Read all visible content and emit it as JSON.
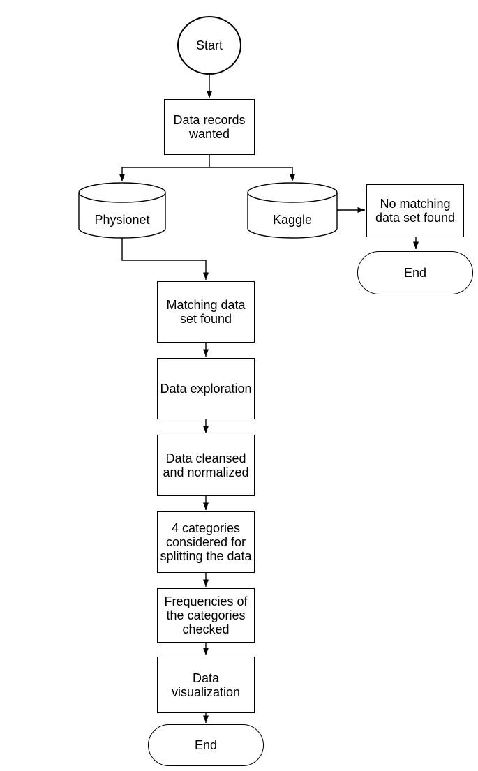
{
  "diagram": {
    "colors": {
      "background": "#ffffff",
      "shape_fill": "#ffffff",
      "stroke": "#000000",
      "text": "#000000"
    },
    "nodes": [
      {
        "id": "start",
        "shape": "circle",
        "label": "Start"
      },
      {
        "id": "data-records-wanted",
        "shape": "rectangle",
        "label": "Data records wanted"
      },
      {
        "id": "physionet",
        "shape": "cylinder",
        "label": "Physionet"
      },
      {
        "id": "kaggle",
        "shape": "cylinder",
        "label": "Kaggle"
      },
      {
        "id": "no-matching-data-set-found",
        "shape": "rectangle",
        "label": "No matching data set found"
      },
      {
        "id": "end-right",
        "shape": "terminator",
        "label": "End"
      },
      {
        "id": "matching-data-set-found",
        "shape": "rectangle",
        "label": "Matching data set found"
      },
      {
        "id": "data-exploration",
        "shape": "rectangle",
        "label": "Data exploration"
      },
      {
        "id": "data-cleansed-and-normalized",
        "shape": "rectangle",
        "label": "Data cleansed and normalized"
      },
      {
        "id": "four-categories-considered",
        "shape": "rectangle",
        "label": "4 categories considered for splitting the data"
      },
      {
        "id": "frequencies-checked",
        "shape": "rectangle",
        "label": "Frequencies of the categories checked"
      },
      {
        "id": "data-visualization",
        "shape": "rectangle",
        "label": "Data visualization"
      },
      {
        "id": "end-bottom",
        "shape": "terminator",
        "label": "End"
      }
    ],
    "edges": [
      {
        "from": "start",
        "to": "data-records-wanted"
      },
      {
        "from": "data-records-wanted",
        "to": "physionet"
      },
      {
        "from": "data-records-wanted",
        "to": "kaggle"
      },
      {
        "from": "kaggle",
        "to": "no-matching-data-set-found"
      },
      {
        "from": "no-matching-data-set-found",
        "to": "end-right"
      },
      {
        "from": "physionet",
        "to": "matching-data-set-found"
      },
      {
        "from": "matching-data-set-found",
        "to": "data-exploration"
      },
      {
        "from": "data-exploration",
        "to": "data-cleansed-and-normalized"
      },
      {
        "from": "data-cleansed-and-normalized",
        "to": "four-categories-considered"
      },
      {
        "from": "four-categories-considered",
        "to": "frequencies-checked"
      },
      {
        "from": "frequencies-checked",
        "to": "data-visualization"
      },
      {
        "from": "data-visualization",
        "to": "end-bottom"
      }
    ]
  }
}
